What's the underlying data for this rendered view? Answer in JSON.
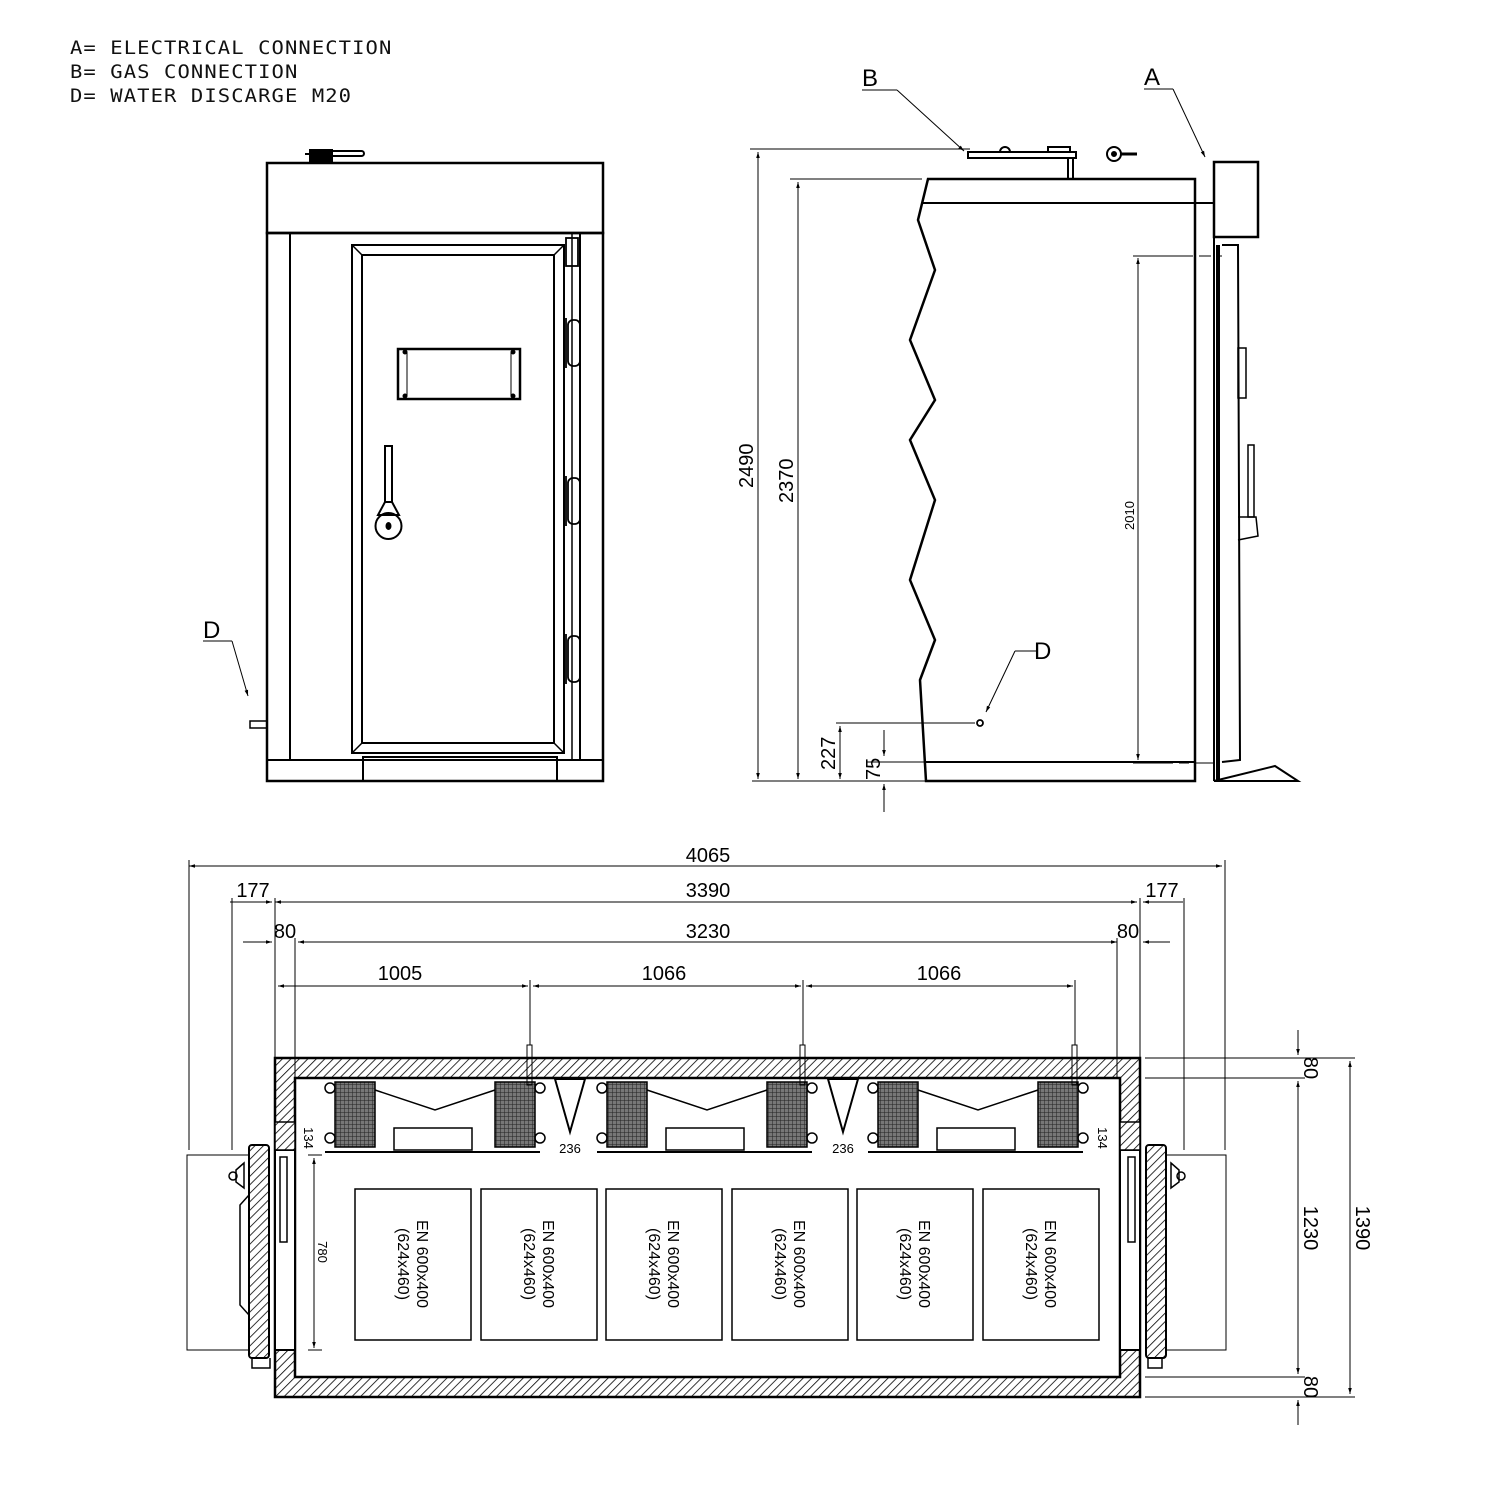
{
  "legend": {
    "items": [
      {
        "key": "A",
        "text": "A= ELECTRICAL CONNECTION"
      },
      {
        "key": "B",
        "text": "B= GAS CONNECTION"
      },
      {
        "key": "D",
        "text": "D= WATER DISCARGE M20"
      }
    ]
  },
  "front_view": {
    "callouts": {
      "D": "D"
    }
  },
  "side_view": {
    "callouts": {
      "A": "A",
      "B": "B",
      "D": "D"
    },
    "dimensions": {
      "overall_height": "2490",
      "body_height": "2370",
      "door_height": "2010",
      "drain_height": "227",
      "base_height": "75"
    }
  },
  "plan_view": {
    "dimensions": {
      "overall_width": "4065",
      "body_width": "3390",
      "inner_width": "3230",
      "side_clear_left": "177",
      "side_clear_right": "177",
      "wall_left": "80",
      "wall_right": "80",
      "bay_1": "1005",
      "bay_2": "1066",
      "bay_3": "1066",
      "wall_top": "80",
      "wall_bottom": "80",
      "inner_depth": "1230",
      "overall_depth": "1390",
      "door_width_left": "780",
      "evap_depth_left": "134",
      "evap_depth_right": "134",
      "deflector_1": "236",
      "deflector_2": "236"
    },
    "trays": [
      {
        "line1": "EN 600x400",
        "line2": "(624x460)"
      },
      {
        "line1": "EN 600x400",
        "line2": "(624x460)"
      },
      {
        "line1": "EN 600x400",
        "line2": "(624x460)"
      },
      {
        "line1": "EN 600x400",
        "line2": "(624x460)"
      },
      {
        "line1": "EN 600x400",
        "line2": "(624x460)"
      },
      {
        "line1": "EN 600x400",
        "line2": "(624x460)"
      }
    ]
  }
}
